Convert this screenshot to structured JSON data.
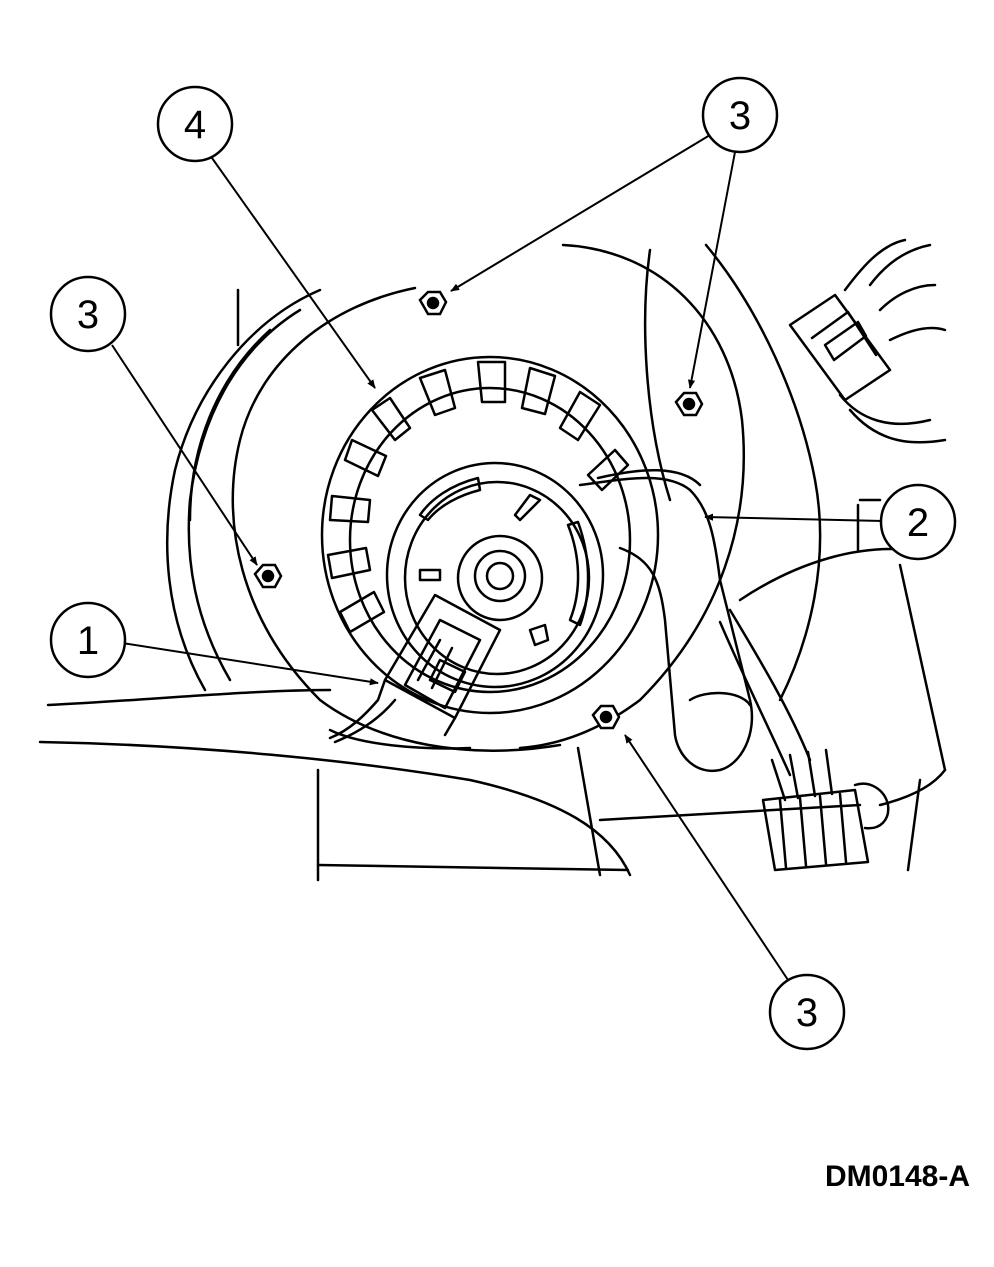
{
  "figure_code": "DM0148-A",
  "callouts": [
    {
      "id": "c1",
      "label": "1"
    },
    {
      "id": "c2",
      "label": "2"
    },
    {
      "id": "c3a",
      "label": "3"
    },
    {
      "id": "c3b",
      "label": "3"
    },
    {
      "id": "c3c",
      "label": "3"
    },
    {
      "id": "c4",
      "label": "4"
    }
  ],
  "colors": {
    "ink": "#000000",
    "paper": "#ffffff"
  }
}
